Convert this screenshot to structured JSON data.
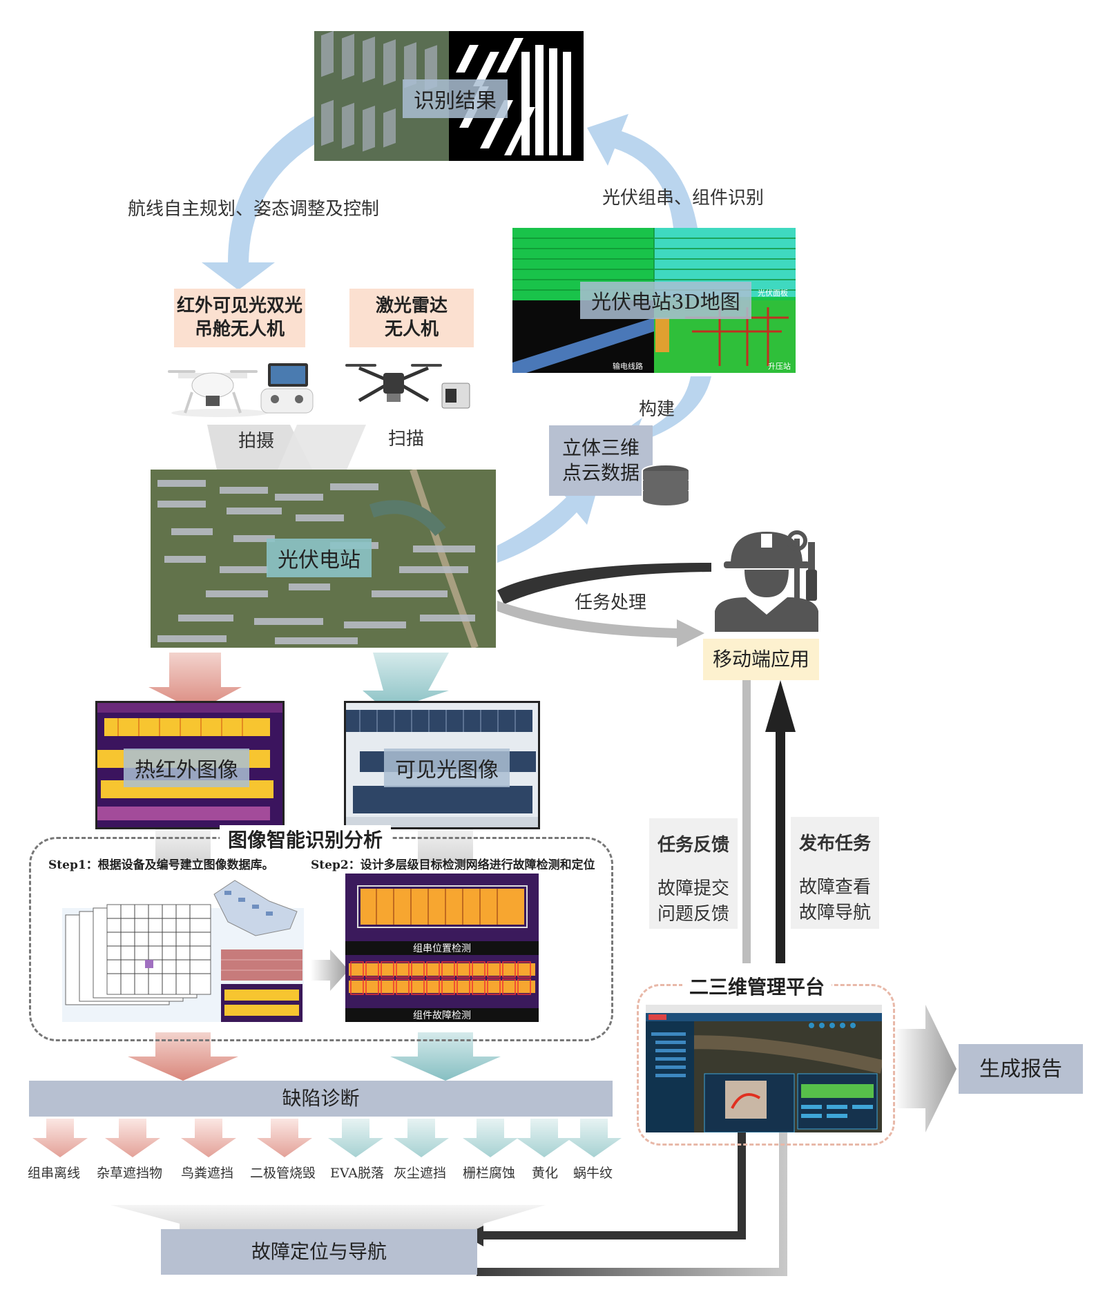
{
  "labels": {
    "recognition_result": "识别结果",
    "route_planning": "航线自主规划、姿态调整及控制",
    "pv_string_recognition": "光伏组串、组件识别",
    "build": "构建",
    "shoot": "拍摄",
    "scan": "扫描",
    "task_processing": "任务处理"
  },
  "drones": {
    "ir_drone_line1": "红外可见光双光",
    "ir_drone_line2": "吊舱无人机",
    "lidar_drone_line1": "激光雷达",
    "lidar_drone_line2": "无人机"
  },
  "map3d": {
    "title": "光伏电站3D地图",
    "tag_panel": "光伏面板",
    "tag_line": "输电线路",
    "tag_substation": "升压站"
  },
  "pointcloud": {
    "line1": "立体三维",
    "line2": "点云数据"
  },
  "pv_station": "光伏电站",
  "mobile_app": "移动端应用",
  "thermal_image": "热红外图像",
  "visible_image": "可见光图像",
  "analysis": {
    "title": "图像智能识别分析",
    "step1": "Step1：根据设备及编号建立图像数据库。",
    "step2": "Step2：设计多层级目标检测网络进行故障检测和定位",
    "det_string": "组串位置检测",
    "det_fault": "组件故障检测"
  },
  "task_feedback": {
    "title": "任务反馈",
    "line1": "故障提交",
    "line2": "问题反馈"
  },
  "publish_task": {
    "title": "发布任务",
    "line1": "故障查看",
    "line2": "故障导航"
  },
  "platform": "二三维管理平台",
  "report": "生成报告",
  "defect_diagnosis": "缺陷诊断",
  "defects": [
    "组串离线",
    "杂草遮挡物",
    "鸟粪遮挡",
    "二极管烧毁",
    "EVA脱落",
    "灰尘遮挡",
    "栅栏腐蚀",
    "黄化",
    "蜗牛纹"
  ],
  "fault_nav": "故障定位与导航",
  "colors": {
    "arrow_blue": "#b3d0ec",
    "arrow_red": "#d88d82",
    "arrow_teal": "#8fc3c6",
    "peach": "#fbe0d0",
    "gray_blue": "#b7c0d1",
    "cream": "#fdf1cf",
    "thermal_yellow": "#f6c12e",
    "thermal_purple": "#4a1a6e"
  }
}
